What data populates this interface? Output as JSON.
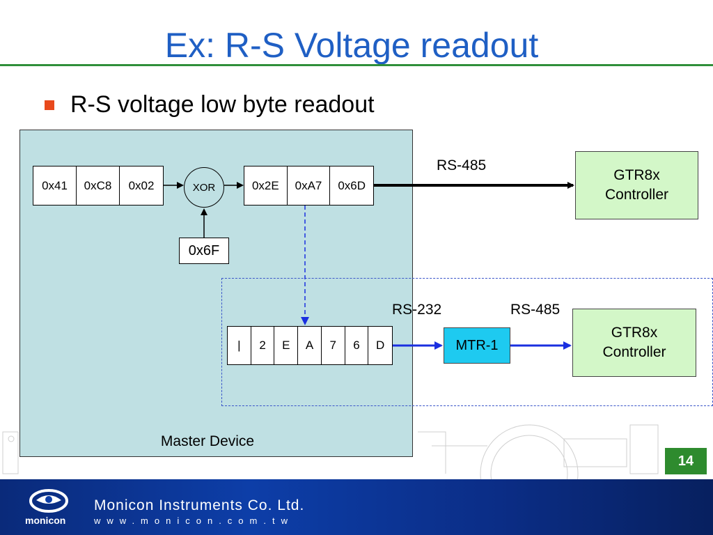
{
  "slide": {
    "title": "Ex: R-S Voltage readout",
    "bullet": "R-S voltage low byte readout",
    "page_number": "14"
  },
  "diagram": {
    "master_label": "Master Device",
    "input_bytes": [
      "0x41",
      "0xC8",
      "0x02"
    ],
    "xor_label": "XOR",
    "xor_key": "0x6F",
    "output_bytes": [
      "0x2E",
      "0xA7",
      "0x6D"
    ],
    "ascii_chars": [
      "|",
      "2",
      "E",
      "A",
      "7",
      "6",
      "D"
    ],
    "link_top": "RS-485",
    "link_rs232": "RS-232",
    "link_rs485_bottom": "RS-485",
    "mtr_label": "MTR-1",
    "controller_top": [
      "GTR8x",
      "Controller"
    ],
    "controller_bottom": [
      "GTR8x",
      "Controller"
    ],
    "colors": {
      "master_fill": "#bfe0e3",
      "controller_fill": "#d3f7c8",
      "mtr_fill": "#1ecaf0",
      "blue_link": "#1a2fe0",
      "title_blue": "#1f5fc4",
      "rule_green": "#2f8f3a",
      "bullet_orange": "#e8491c"
    }
  },
  "footer": {
    "company": "Monicon Instruments Co. Ltd.",
    "website": "www.monicon.com.tw",
    "brand": "monicon"
  }
}
